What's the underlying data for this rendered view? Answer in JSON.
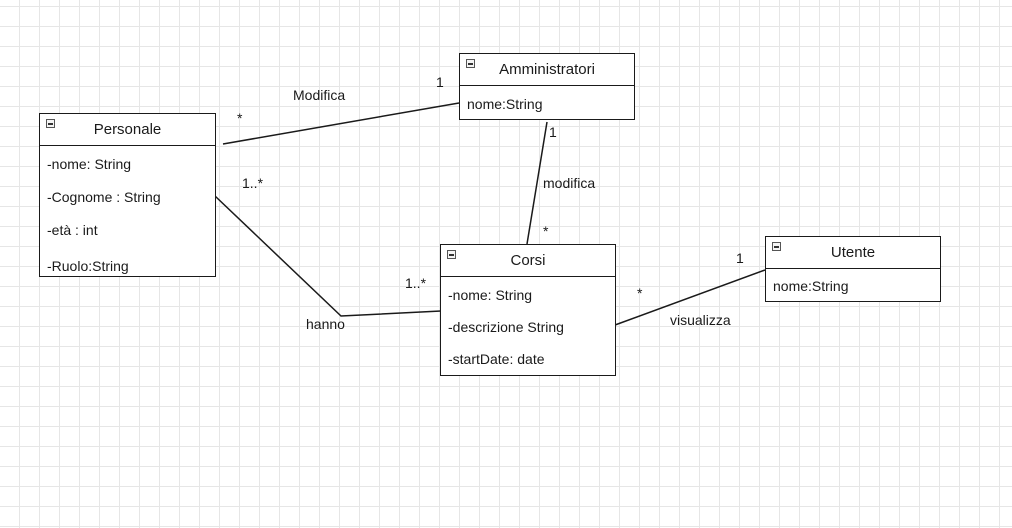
{
  "classes": {
    "amministratori": {
      "name": "Amministratori",
      "attributes": [
        "nome:String"
      ]
    },
    "personale": {
      "name": "Personale",
      "attributes": [
        "-nome: String",
        "-Cognome : String",
        "-età : int",
        "-Ruolo:String"
      ]
    },
    "corsi": {
      "name": "Corsi",
      "attributes": [
        "-nome: String",
        "-descrizione String",
        "-startDate: date"
      ]
    },
    "utente": {
      "name": "Utente",
      "attributes": [
        "nome:String"
      ]
    }
  },
  "associations": {
    "personale_amministratori": {
      "label": "Modifica",
      "mult_personale": "*",
      "mult_amministratori": "1"
    },
    "amministratori_corsi": {
      "label": "modifica",
      "mult_amministratori": "1",
      "mult_corsi": "*"
    },
    "personale_corsi": {
      "label": "hanno",
      "mult_personale": "1..*",
      "mult_corsi": "1..*"
    },
    "corsi_utente": {
      "label": "visualizza",
      "mult_corsi": "*",
      "mult_utente": "1"
    }
  }
}
